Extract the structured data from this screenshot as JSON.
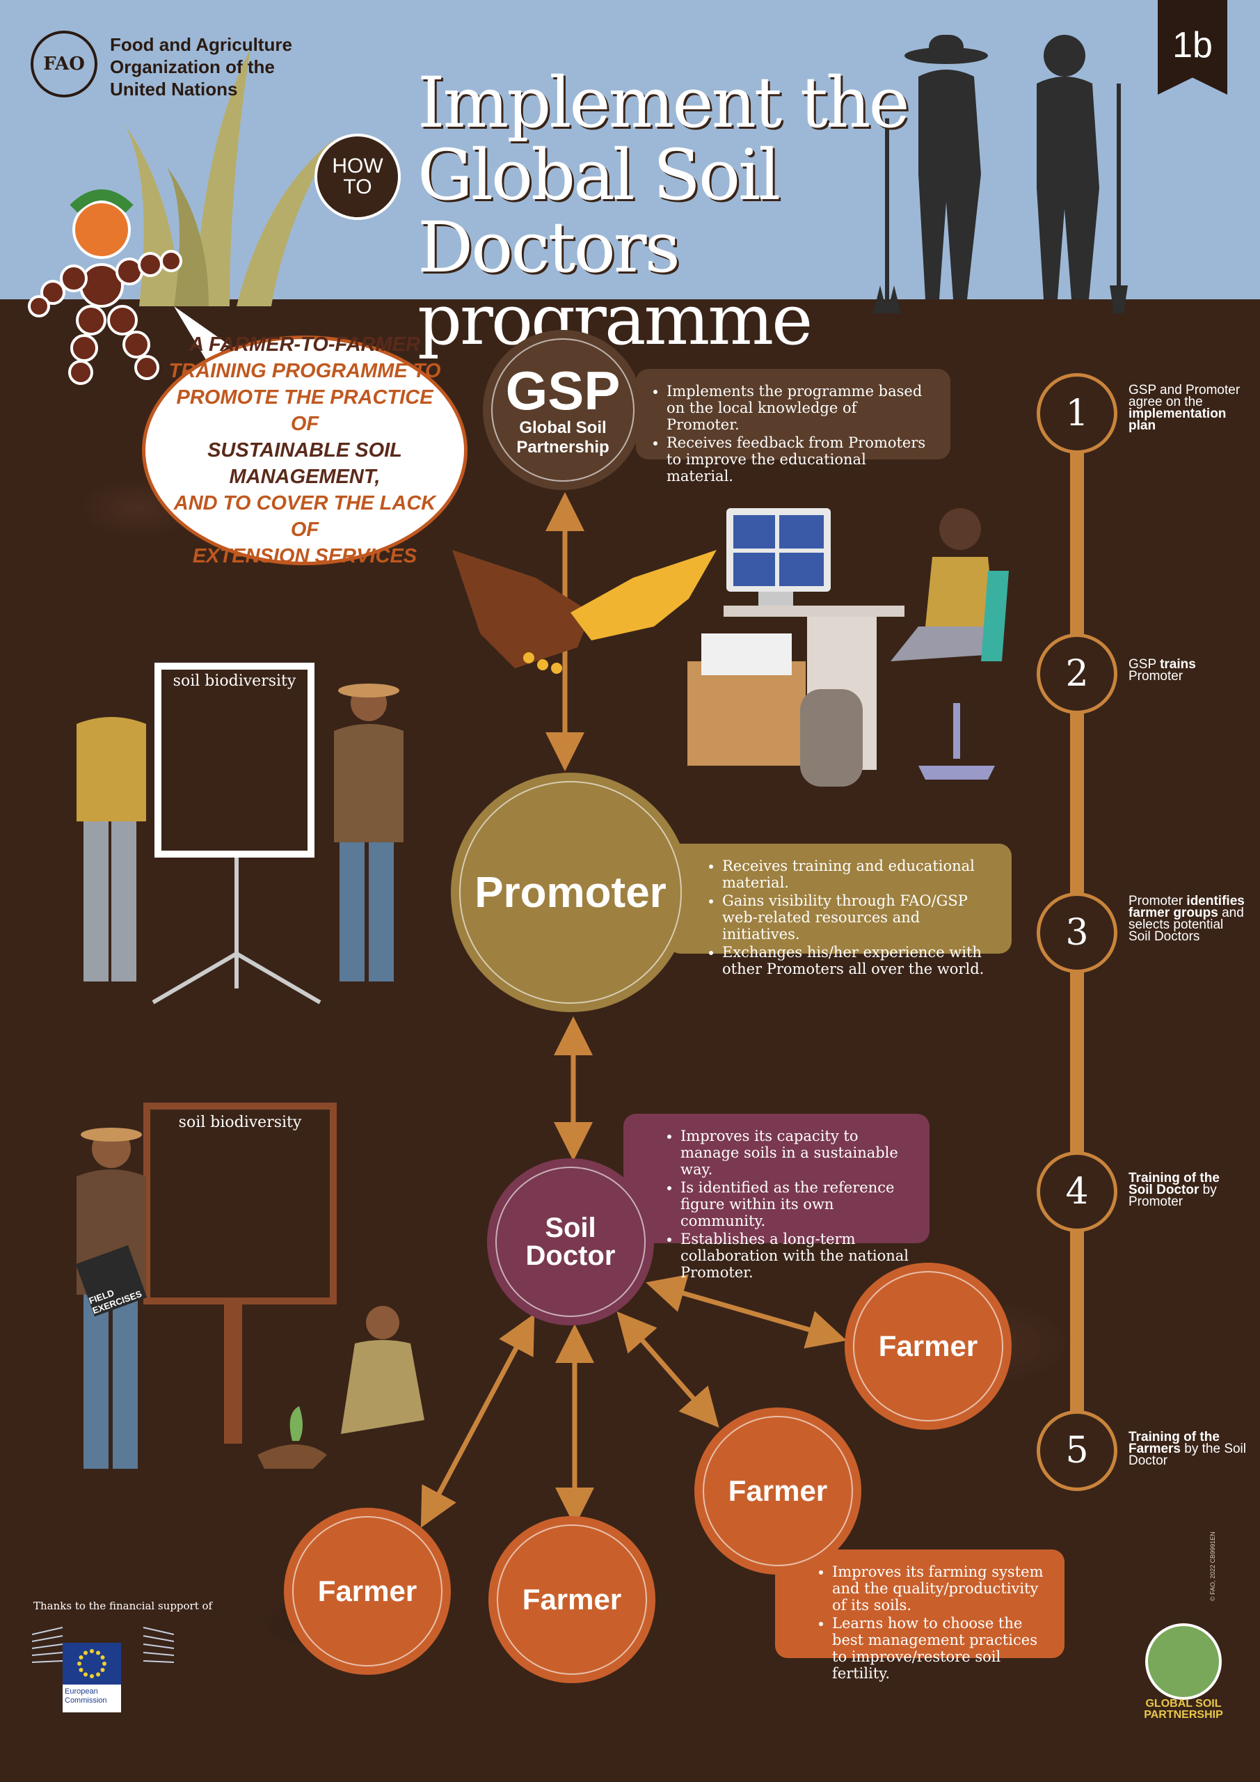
{
  "header": {
    "org_name_lines": [
      "Food and Agriculture",
      "Organization of the",
      "United Nations"
    ],
    "fao_logo_letters": "FAO",
    "badge": "1b",
    "how_to_lines": [
      "HOW",
      "TO"
    ],
    "title_lines": [
      "Implement the",
      "Global Soil Doctors",
      "programme"
    ]
  },
  "speech_bubble": {
    "lines": [
      "A FARMER-TO-FARMER",
      "TRAINING PROGRAMME TO",
      "PROMOTE THE PRACTICE OF",
      "SUSTAINABLE SOIL MANAGEMENT,",
      "AND TO COVER THE LACK OF",
      "EXTENSION SERVICES"
    ]
  },
  "nodes": {
    "gsp": {
      "abbr": "GSP",
      "name_lines": [
        "Global Soil",
        "Partnership"
      ]
    },
    "promoter": {
      "label": "Promoter"
    },
    "soil_doctor": {
      "label_lines": [
        "Soil",
        "Doctor"
      ]
    },
    "farmers": [
      {
        "label": "Farmer"
      },
      {
        "label": "Farmer"
      },
      {
        "label": "Farmer"
      },
      {
        "label": "Farmer"
      }
    ]
  },
  "info_boxes": {
    "gsp": [
      "Implements the programme based on the local knowledge of Promoter.",
      "Receives feedback from Promoters to improve the educational material."
    ],
    "promoter": [
      "Receives training and educational material.",
      "Gains visibility through FAO/GSP web-related resources and initiatives.",
      "Exchanges his/her experience with other Promoters all over the world."
    ],
    "soil_doctor": [
      "Improves its capacity to manage soils in a sustainable way.",
      "Is identified as the reference figure within its own community.",
      "Establishes a long-term collaboration with the national Promoter."
    ],
    "farmer": [
      "Improves its farming system and the quality/productivity of its soils.",
      "Learns how to choose the best management practices to improve/restore soil fertility."
    ]
  },
  "steps": [
    {
      "number": "1",
      "text_parts": [
        "GSP and Promoter agree on the ",
        "implementation plan",
        ""
      ]
    },
    {
      "number": "2",
      "text_parts": [
        "GSP ",
        "trains",
        " Promoter"
      ]
    },
    {
      "number": "3",
      "text_parts": [
        "Promoter ",
        "identifies farmer groups",
        " and selects potential Soil Doctors"
      ]
    },
    {
      "number": "4",
      "text_parts": [
        "",
        "Training of the Soil Doctor",
        " by Promoter"
      ]
    },
    {
      "number": "5",
      "text_parts": [
        "",
        "Training of the Farmers",
        " by the Soil Doctor"
      ]
    }
  ],
  "illustrations": {
    "poster_title": "soil biodiversity",
    "field_exercises": "FIELD EXERCISES"
  },
  "footer": {
    "support_text": "Thanks to the financial support of",
    "eu_lines": [
      "European",
      "Commission"
    ],
    "copyright": "© FAO, 2022 CB9991EN",
    "gsp_logo_lines": [
      "GLOBAL SOIL",
      "PARTNERSHIP"
    ]
  },
  "colors": {
    "sky": "#9db8d6",
    "soil": "#3a2418",
    "gsp": "#5a3e2b",
    "promoter": "#9e8040",
    "soil_doctor": "#7a3950",
    "farmer": "#c9602c",
    "accent": "#c9843c"
  }
}
